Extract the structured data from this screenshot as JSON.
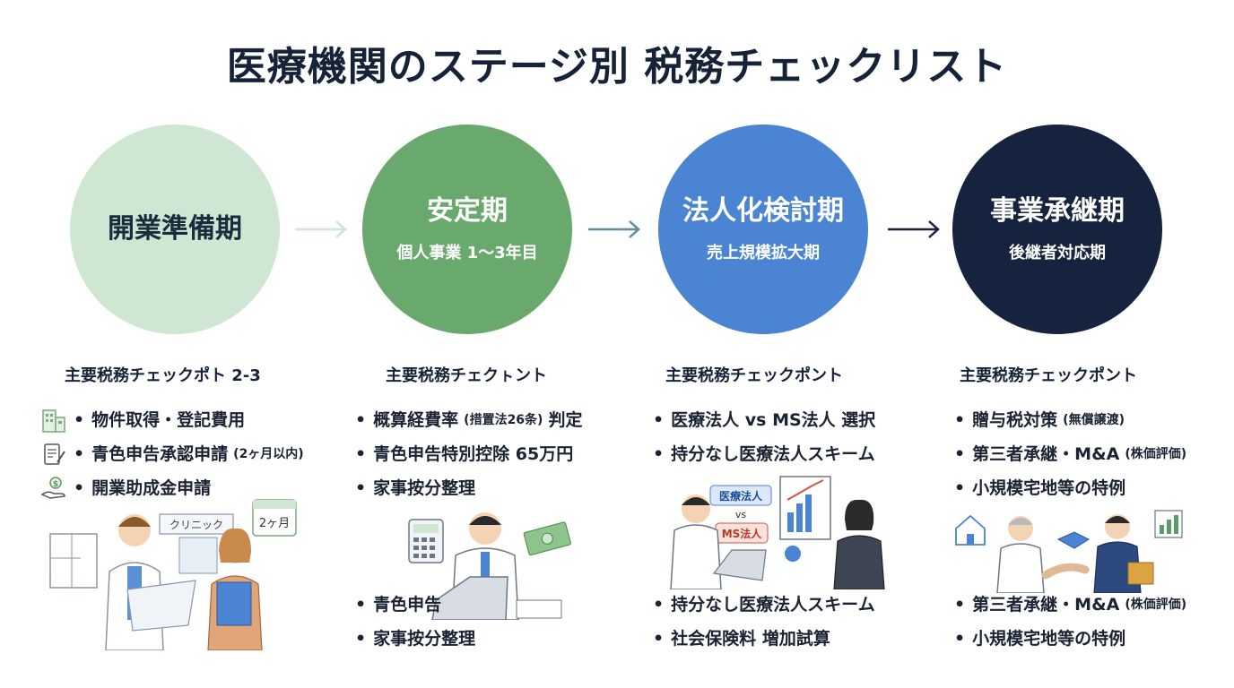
{
  "title": "医療機関のステージ別 税務チェックリスト",
  "stages": [
    {
      "name": "開業準備期",
      "sub": ""
    },
    {
      "name": "安定期",
      "sub": "個人事業 1〜3年目"
    },
    {
      "name": "法人化検討期",
      "sub": "売上規模拡大期"
    },
    {
      "name": "事業承継期",
      "sub": "後継者対応期"
    }
  ],
  "headings": [
    "主要税務チェックポト 2-3",
    "主要税務チェクㇳント",
    "主要税務チェックポント",
    "主要税務チェックポント"
  ],
  "col1": {
    "items": [
      {
        "text": "物件取得・登記費用",
        "note": ""
      },
      {
        "text": "青色申告承認申請",
        "note": "(2ヶ月以内)"
      },
      {
        "text": "開業助成金申請",
        "note": ""
      }
    ],
    "sign_label": "クリニック",
    "calendar_label": "2ヶ月"
  },
  "col2": {
    "items": [
      {
        "pre": "概算経費率",
        "note": "(措置法26条)",
        "post": "判定"
      },
      {
        "pre": "青色申告特別控除 65万円",
        "note": "",
        "post": ""
      },
      {
        "pre": "家事按分整理",
        "note": "",
        "post": ""
      }
    ],
    "bottom_items": [
      "青色申告",
      "家事按分整理"
    ]
  },
  "col3": {
    "items": [
      "医療法人 vs MS法人 選択",
      "持分なし医療法人スキーム"
    ],
    "bottom_items": [
      "持分なし医療法人スキーム",
      "社会保険料 増加試算"
    ],
    "tag_a": "医療法人",
    "tag_vs": "vs",
    "tag_b": "MS法人"
  },
  "col4": {
    "items": [
      {
        "text": "贈与税対策",
        "note": "(無償譲渡)"
      },
      {
        "text": "第三者承継・M&A",
        "note": "(株価評価)"
      },
      {
        "text": "小規模宅地等の特例",
        "note": ""
      }
    ],
    "bottom_items": [
      {
        "text": "第三者承継・M&A",
        "note": "(株価評価)"
      },
      {
        "text": "小規模宅地等の特例",
        "note": ""
      }
    ]
  },
  "colors": {
    "stage1": "#cfe6d3",
    "stage2": "#6aa96d",
    "stage3": "#4a84d2",
    "stage4": "#16233f",
    "title": "#152238"
  }
}
